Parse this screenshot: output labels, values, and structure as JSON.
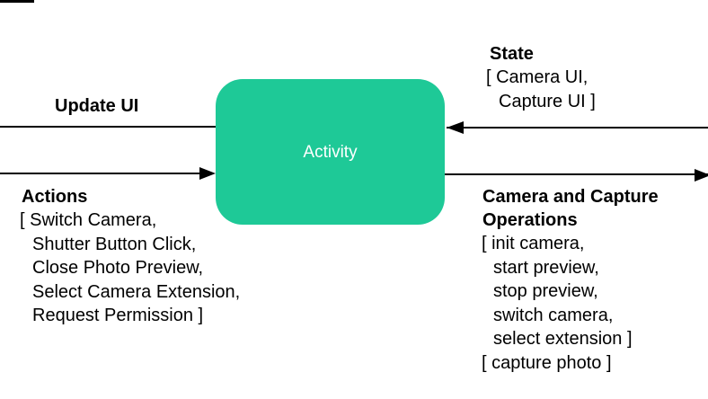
{
  "diagram": {
    "node": {
      "label": "Activity"
    },
    "colors": {
      "node_fill": "#1EC997",
      "node_text": "#FFFFFF",
      "line": "#000000",
      "text": "#000000"
    },
    "left": {
      "update_ui_label": "Update UI",
      "actions_title": "Actions",
      "actions_lines": [
        "[ Switch Camera,",
        "Shutter Button Click,",
        "Close Photo Preview,",
        "Select Camera Extension,",
        "Request Permission ]"
      ]
    },
    "right": {
      "state_title": "State",
      "state_lines": [
        "[ Camera UI,",
        "Capture UI ]"
      ],
      "ops_title": "Camera and Capture Operations",
      "ops_lines": [
        "[ init camera,",
        "start preview,",
        "stop preview,",
        "switch camera,",
        "select extension ]",
        "[ capture photo ]"
      ]
    }
  }
}
